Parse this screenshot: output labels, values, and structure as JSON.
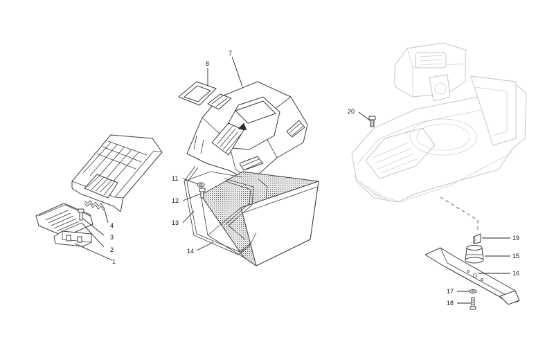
{
  "diagram": {
    "callouts": [
      {
        "number": "1"
      },
      {
        "number": "2"
      },
      {
        "number": "3"
      },
      {
        "number": "4"
      },
      {
        "number": "7"
      },
      {
        "number": "8"
      },
      {
        "number": "11"
      },
      {
        "number": "12"
      },
      {
        "number": "13"
      },
      {
        "number": "14"
      },
      {
        "number": "15"
      },
      {
        "number": "16"
      },
      {
        "number": "17"
      },
      {
        "number": "18"
      },
      {
        "number": "19"
      },
      {
        "number": "20"
      }
    ],
    "colors": {
      "line": "#3a3a3a",
      "ghost_line": "#c4c4c4",
      "background": "#ffffff"
    }
  }
}
